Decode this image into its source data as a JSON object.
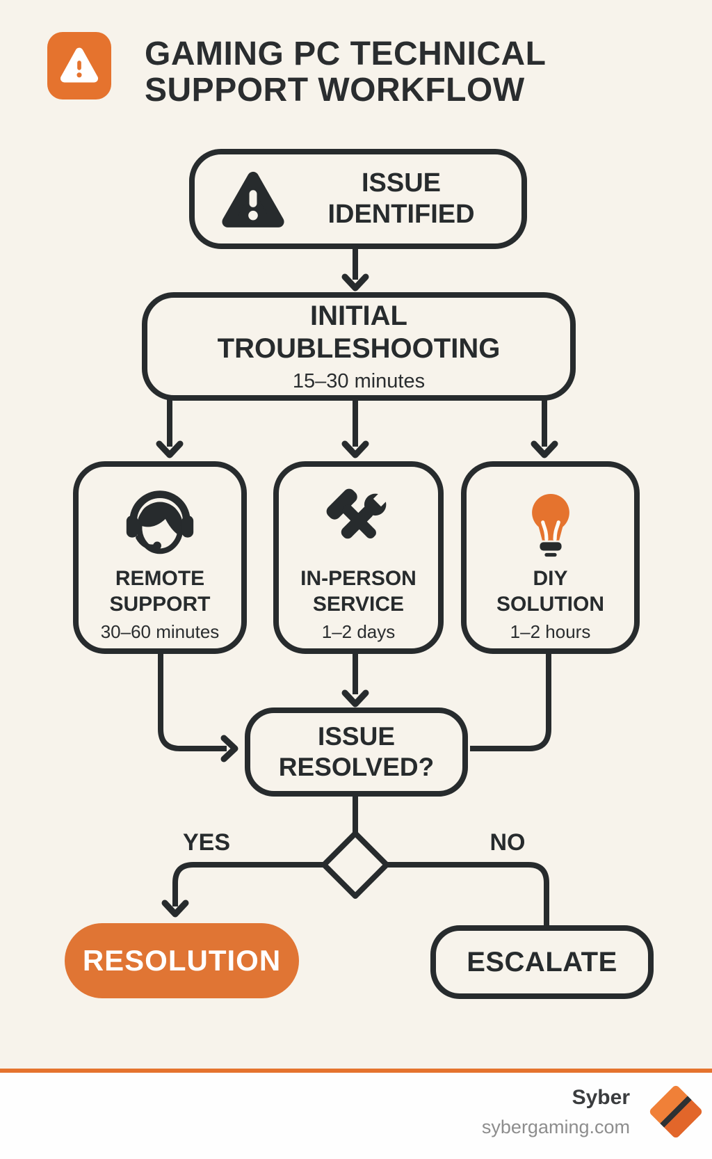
{
  "page": {
    "background_color": "#F7F3EB",
    "ink_color": "#272B2D",
    "accent_color": "#E5732E"
  },
  "header": {
    "icon": "warning-triangle-icon",
    "title_line1": "GAMING PC TECHNICAL",
    "title_line2": "SUPPORT WORKFLOW"
  },
  "flow": {
    "issue_identified": {
      "icon": "warning-triangle-icon",
      "label_line1": "ISSUE",
      "label_line2": "IDENTIFIED"
    },
    "initial_troubleshooting": {
      "label_line1": "INITIAL",
      "label_line2": "TROUBLESHOOTING",
      "duration": "15–30 minutes"
    },
    "branches": [
      {
        "icon": "headset-icon",
        "label_line1": "REMOTE",
        "label_line2": "SUPPORT",
        "duration": "30–60 minutes"
      },
      {
        "icon": "hammer-wrench-icon",
        "label_line1": "IN-PERSON",
        "label_line2": "SERVICE",
        "duration": "1–2 days"
      },
      {
        "icon": "lightbulb-icon",
        "label_line1": "DIY",
        "label_line2": "SOLUTION",
        "duration": "1–2 hours"
      }
    ],
    "issue_resolved": {
      "label_line1": "ISSUE",
      "label_line2": "RESOLVED?"
    },
    "decision": {
      "yes_label": "YES",
      "no_label": "NO"
    },
    "resolution": {
      "label": "RESOLUTION",
      "fill_color": "#E07534"
    },
    "escalate": {
      "label": "ESCALATE"
    }
  },
  "footer": {
    "brand": "Syber",
    "website": "sybergaming.com",
    "logo": "syber-diamond-logo"
  }
}
